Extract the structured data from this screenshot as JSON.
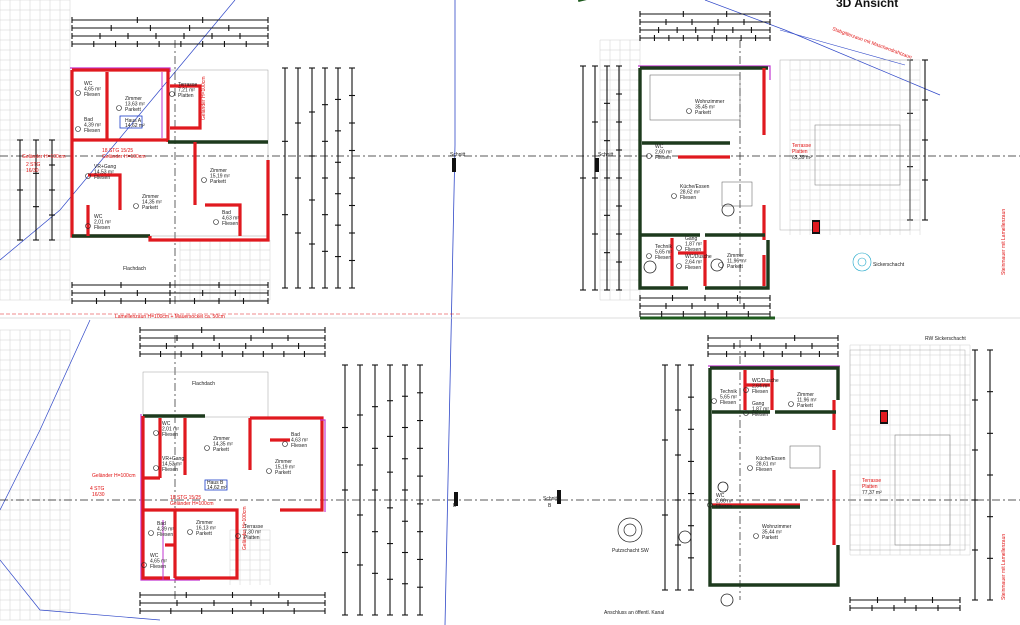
{
  "sheet": {
    "title": "3D Ansicht"
  },
  "sections": {
    "left": "Schnitt",
    "right": "Schnitt",
    "left_b": "B",
    "right_b": "B"
  },
  "labels_tl": {
    "rooms": [
      {
        "name": "WC",
        "size": "4,65 m²",
        "floor": "Fliesen"
      },
      {
        "name": "Zimmer",
        "size": "13,63 m²",
        "floor": "Parkett"
      },
      {
        "name": "Terrasse",
        "size": "7,21 m²",
        "floor": "Platten"
      },
      {
        "name": "Bad",
        "size": "4,39 m²",
        "floor": "Fliesen"
      },
      {
        "name": "VR+Gang",
        "size": "14,53 m²",
        "floor": "Fliesen"
      },
      {
        "name": "Zimmer",
        "size": "14,35 m²",
        "floor": "Parkett"
      },
      {
        "name": "Zimmer",
        "size": "15,19 m²",
        "floor": "Parkett"
      },
      {
        "name": "WC",
        "size": "2,01 m²",
        "floor": "Fliesen"
      },
      {
        "name": "Bad",
        "size": "4,63 m²",
        "floor": "Fliesen"
      }
    ],
    "top_note": "Haus A",
    "top_note_area": "14,62 m²",
    "stg_1": "18 STG 15/25",
    "stg_1b": "Geländer H=100cm",
    "stg_2": "2 STG",
    "stg_2b": "16/30",
    "railing": "Geländer H=100cm",
    "railing_v": "Geländer H=100cm",
    "flachdach": "Flachdach"
  },
  "labels_bl": {
    "rooms": [
      {
        "name": "WC",
        "size": "2,01 m²",
        "floor": "Fliesen"
      },
      {
        "name": "Zimmer",
        "size": "14,35 m²",
        "floor": "Parkett"
      },
      {
        "name": "Bad",
        "size": "4,63 m²",
        "floor": "Fliesen"
      },
      {
        "name": "VR+Gang",
        "size": "14,53 m²",
        "floor": "Fliesen"
      },
      {
        "name": "Zimmer",
        "size": "15,19 m²",
        "floor": "Parkett"
      },
      {
        "name": "Bad",
        "size": "4,39 m²",
        "floor": "Fliesen"
      },
      {
        "name": "Zimmer",
        "size": "16,13 m²",
        "floor": "Parkett"
      },
      {
        "name": "Terrasse",
        "size": "7,30 m²",
        "floor": "Platten"
      },
      {
        "name": "WC",
        "size": "4,65 m²",
        "floor": "Fliesen"
      }
    ],
    "note": "Haus B",
    "note_area": "14,62 m²",
    "stg_1": "18 STG 15/25",
    "stg_1b": "Geländer H=100cm",
    "stg_2": "4 STG",
    "stg_2b": "16/30",
    "railing": "Geländer H=100cm",
    "railing_v": "Geländer H=100cm",
    "flachdach": "Flachdach"
  },
  "labels_tr": {
    "rooms": [
      {
        "name": "Wohnzimmer",
        "size": "35,45 m²",
        "floor": "Parkett"
      },
      {
        "name": "WC",
        "size": "2,60 m²",
        "floor": "Fliesen"
      },
      {
        "name": "Küche/Essen",
        "size": "28,62 m²",
        "floor": "Fliesen"
      },
      {
        "name": "Technik",
        "size": "5,65 m²",
        "floor": "Fliesen"
      },
      {
        "name": "Gang",
        "size": "1,87 m²",
        "floor": "Fliesen"
      },
      {
        "name": "Zimmer",
        "size": "11,96 m²",
        "floor": "Parkett"
      },
      {
        "name": "WC/Dusche",
        "size": "2,64 m²",
        "floor": "Fliesen"
      }
    ],
    "terrasse": "Terrasse",
    "terrasse_b": "Platten",
    "terrasse_area": "63,39 m²",
    "sickerschacht": "Sickerschacht",
    "fence": "Stabgitterzaun mit Maschendrahtzaun",
    "fence_v": "Steinmauer mit Lamellenzaun",
    "lamellenzaun": "Lamellenzaun H=100cm + Mauersockel ca. 50cm"
  },
  "labels_br": {
    "rooms": [
      {
        "name": "Technik",
        "size": "5,65 m²",
        "floor": "Fliesen"
      },
      {
        "name": "WC/Dusche",
        "size": "2,64 m²",
        "floor": "Fliesen"
      },
      {
        "name": "Gang",
        "size": "1,87 m²",
        "floor": "Fliesen"
      },
      {
        "name": "Zimmer",
        "size": "11,96 m²",
        "floor": "Parkett"
      },
      {
        "name": "Küche/Essen",
        "size": "28,61 m²",
        "floor": "Fliesen"
      },
      {
        "name": "WC",
        "size": "2,60 m²",
        "floor": "Fliesen"
      },
      {
        "name": "Wohnzimmer",
        "size": "35,44 m²",
        "floor": "Parkett"
      }
    ],
    "terrasse": "Terrasse",
    "terrasse_b": "Platten",
    "terrasse_area": "77,37 m²",
    "sickerschacht": "RW Sickerschacht",
    "putzschacht": "Putzschacht SW",
    "kanal": "Anschluss an öffentl. Kanal",
    "fence_v": "Steinmauer mit Lamellenzaun"
  },
  "colors": {
    "wall_red": "#e0191f",
    "wall_green": "#1d3a1d",
    "magenta": "#c236d0",
    "cyan": "#1aa5c8",
    "blue": "#1a3cc8"
  }
}
